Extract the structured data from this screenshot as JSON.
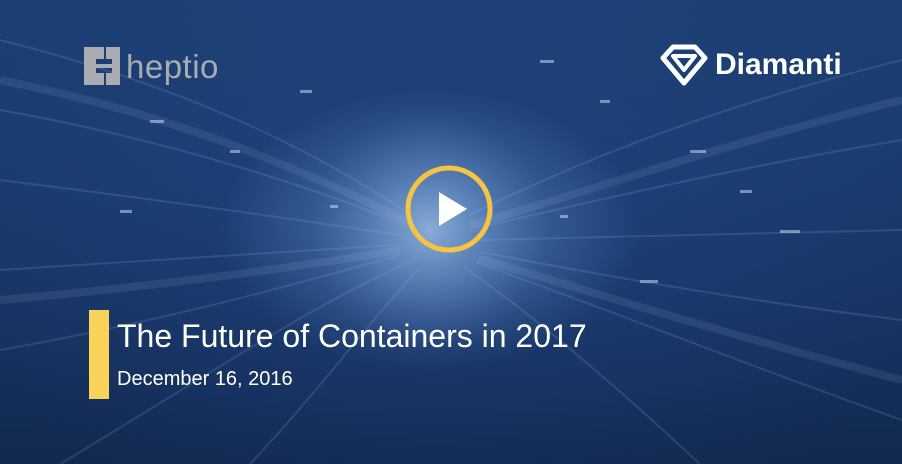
{
  "logos": {
    "left": {
      "wordmark": "heptio",
      "icon": "heptio-logo-icon",
      "color": "#a9adb3"
    },
    "right": {
      "wordmark": "Diamanti",
      "icon": "diamond-logo-icon",
      "color": "#ffffff"
    }
  },
  "player": {
    "play_icon": "play-icon",
    "ring_color": "#f5c443"
  },
  "video": {
    "title": "The Future of Containers in 2017",
    "date": "December 16, 2016",
    "accent_color": "#f9d25a"
  }
}
